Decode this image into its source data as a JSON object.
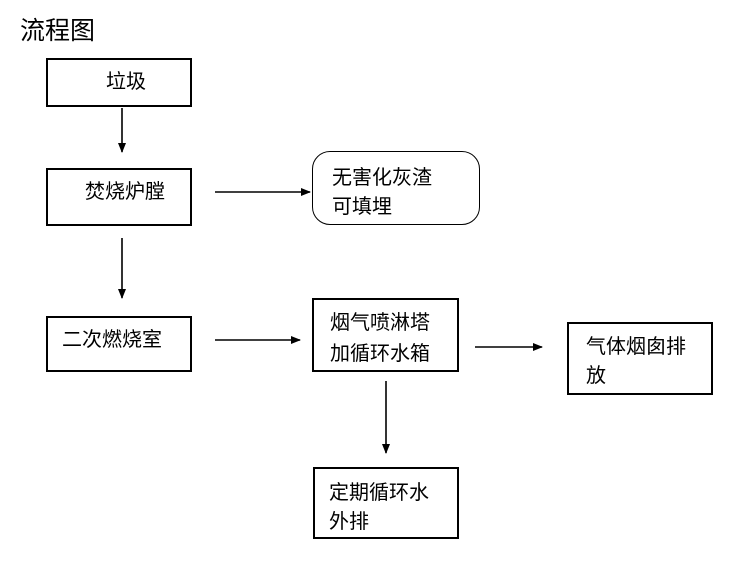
{
  "title": "流程图",
  "nodes": {
    "garbage": "垃圾",
    "furnace": "焚烧炉膛",
    "ash": {
      "line1": "无害化灰渣",
      "line2": "可填埋"
    },
    "secondary": "二次燃烧室",
    "spray": {
      "line1": "烟气喷淋塔",
      "line2": "加循环水箱"
    },
    "chimney": {
      "line1": "气体烟囱排",
      "line2": "放"
    },
    "drain": {
      "line1": "定期循环水",
      "line2": "外排"
    }
  }
}
